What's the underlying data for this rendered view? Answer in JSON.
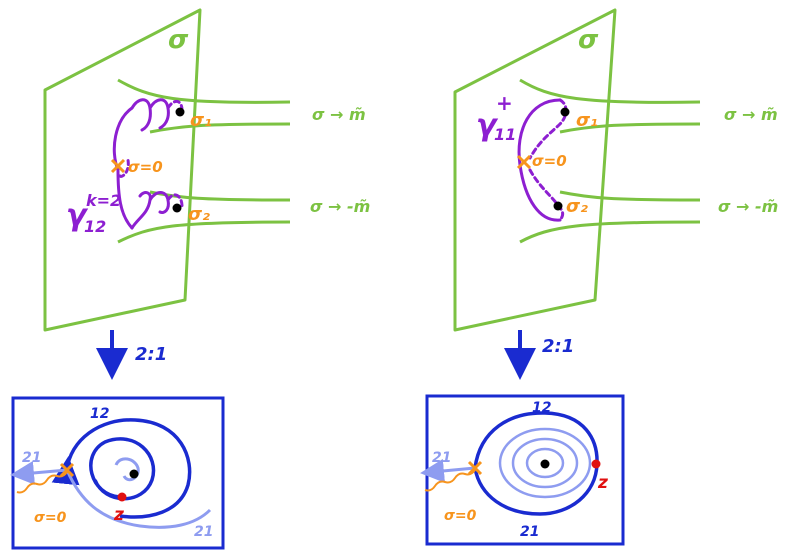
{
  "colors": {
    "surface": "#7cc242",
    "orange": "#f7941d",
    "purple": "#8d1fd1",
    "blue": "#1a2bd0",
    "light_blue": "#8e9cf0",
    "red": "#e01010"
  },
  "left": {
    "sigma": "σ",
    "sigma_1": "σ₁",
    "sigma_2": "σ₂",
    "sigma_zero": "σ=0",
    "gamma_sup": "k=2",
    "gamma_base": "γ",
    "gamma_sub": "12",
    "tube_top": "σ → m̃",
    "tube_bottom": "σ → -m̃",
    "map_label": "2:1",
    "panel": {
      "top": "12",
      "left": "21",
      "bottom": "21",
      "point": "z",
      "cut": "σ=0"
    }
  },
  "right": {
    "sigma": "σ",
    "sigma_1": "σ₁",
    "sigma_2": "σ₂",
    "sigma_zero": "σ=0",
    "gamma_sup": "+",
    "gamma_base": "γ",
    "gamma_sub": "11",
    "tube_top": "σ → m̃",
    "tube_bottom": "σ → -m̃",
    "map_label": "2:1",
    "panel": {
      "top": "12",
      "left": "21",
      "bottom": "21",
      "point": "z",
      "cut": "σ=0"
    }
  }
}
